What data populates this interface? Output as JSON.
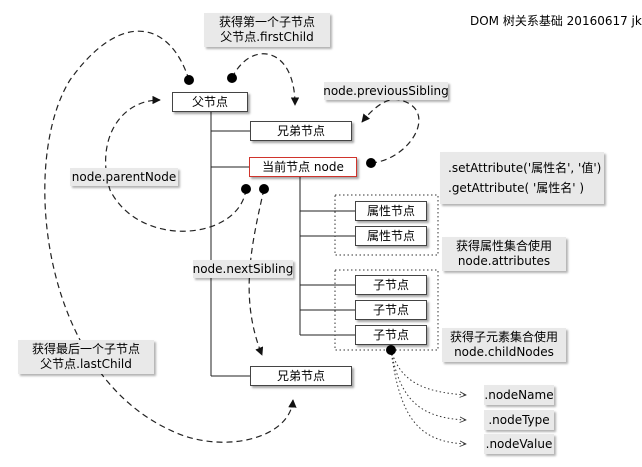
{
  "header": {
    "title": "DOM 树关系基础 20160617 jk"
  },
  "nodes": {
    "parent": "父节点",
    "sibling_prev": "兄弟节点",
    "current": "当前节点 node",
    "attr1": "属性节点",
    "attr2": "属性节点",
    "child1": "子节点",
    "child2": "子节点",
    "child3": "子节点",
    "sibling_next": "兄弟节点"
  },
  "notes": {
    "first_child": {
      "line1": "获得第一个子节点",
      "line2": "父节点.firstChild"
    },
    "previous_sibling": "node.previousSibling",
    "parent_node": "node.parentNode",
    "next_sibling": "node.nextSibling",
    "last_child": {
      "line1": "获得最后一个子节点",
      "line2": "父节点.lastChild"
    },
    "attributes": {
      "line1": ".setAttribute('属性名', '值')",
      "line2": ".getAttribute( '属性名' )"
    },
    "attributes_collection": {
      "line1": "获得属性集合使用",
      "line2": "node.attributes"
    },
    "child_nodes": {
      "line1": "获得子元素集合使用",
      "line2": "node.childNodes"
    }
  },
  "properties": {
    "node_name": ".nodeName",
    "node_type": ".nodeType",
    "node_value": ".nodeValue"
  },
  "colors": {
    "current_border": "#d0342c",
    "note_bg": "#e9e9e9",
    "line": "#222222"
  }
}
